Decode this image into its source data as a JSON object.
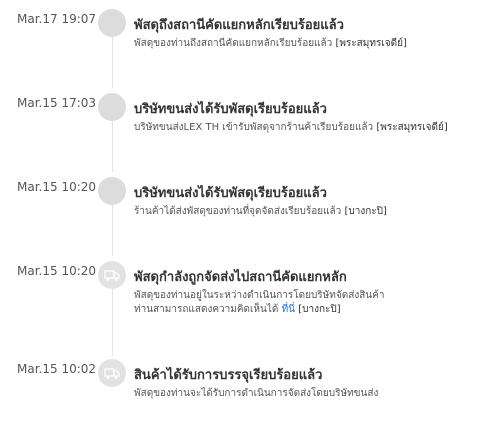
{
  "events": [
    {
      "time": "Mar.17 19:07",
      "title": "พัสดุถึงสถานีคัดแยกหลักเรียบร้อยแล้ว",
      "desc": "พัสดุของท่านถึงสถานีคัดแยกหลักเรียบร้อยแล้ว",
      "place": "[พระสมุทรเจดีย์]",
      "icon": "status-dot-icon"
    },
    {
      "time": "Mar.15 17:03",
      "title": "บริษัทขนส่งได้รับพัสดุเรียบร้อยแล้ว",
      "desc": "บริษัทขนส่งLEX TH เข้ารับพัสดุจากร้านค้าเรียบร้อยแล้ว",
      "place": "[พระสมุทรเจดีย์]",
      "icon": "status-dot-icon"
    },
    {
      "time": "Mar.15 10:20",
      "title": "บริษัทขนส่งได้รับพัสดุเรียบร้อยแล้ว",
      "desc": "ร้านค้าได้ส่งพัสดุของท่านที่จุดจัดส่งเรียบร้อยแล้ว",
      "place": "[บางกะปิ]",
      "icon": "status-dot-icon"
    },
    {
      "time": "Mar.15 10:20",
      "title": "พัสดุกำลังถูกจัดส่งไปสถานีคัดแยกหลัก",
      "desc_line1": "พัสดุของท่านอยู่ในระหว่างดำเนินการโดยบริษัทจัดส่งสินค้า",
      "desc_line2": "ท่านสามารถแสดงความคิดเห็นได้",
      "link": "ที่นี่",
      "place": "[บางกะปิ]",
      "icon": "truck-icon"
    },
    {
      "time": "Mar.15 10:02",
      "title": "สินค้าได้รับการบรรจุเรียบร้อยแล้ว",
      "desc": "พัสดุของท่านจะได้รับการดำเนินการจัดส่งโดยบริษัทขนส่ง",
      "icon": "truck-icon"
    }
  ]
}
